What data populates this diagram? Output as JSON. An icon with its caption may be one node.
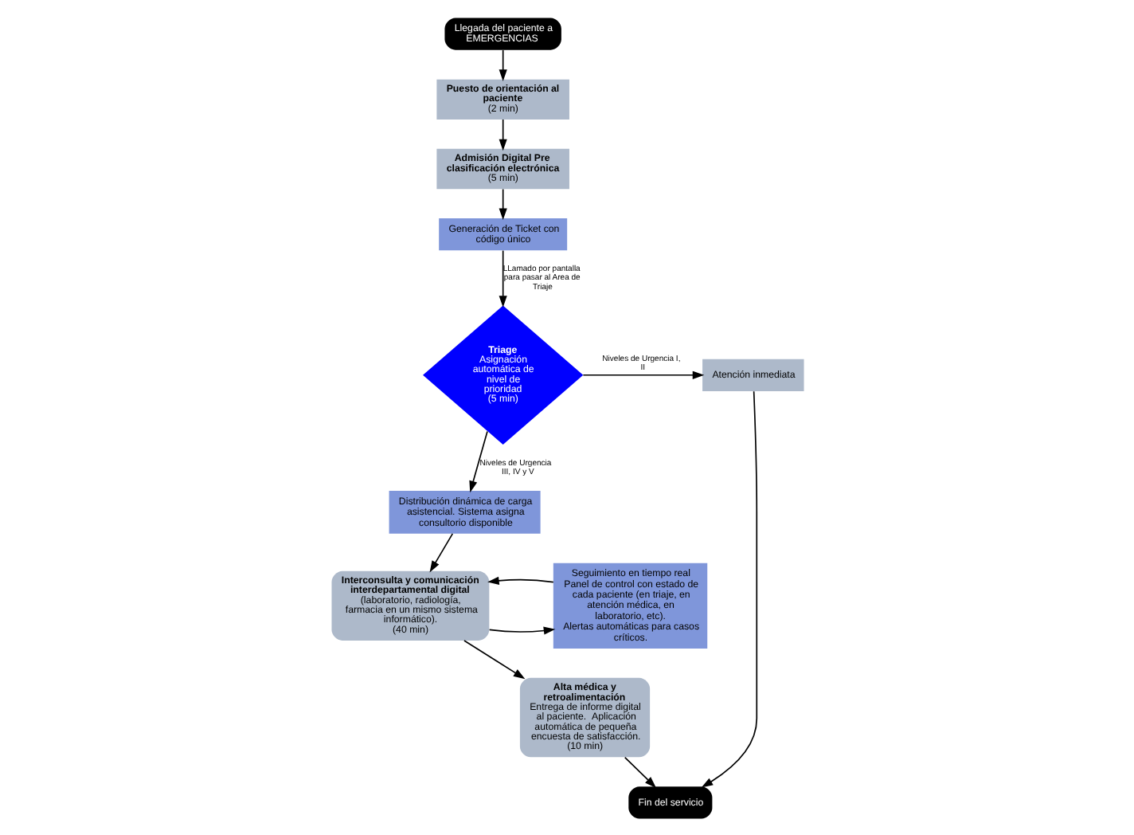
{
  "diagram": {
    "nodes": [
      {
        "text": [
          "Llegada del paciente a EMERGENCIAS"
        ]
      },
      {
        "text": [
          "Puesto de orientación al paciente",
          "(2 min)"
        ]
      },
      {
        "text": [
          "Admisión Digital Pre clasificación electrónica",
          "(5 min)"
        ]
      },
      {
        "text": [
          "Generación de Ticket con código único"
        ]
      },
      {
        "text": [
          "Triage",
          "Asignación automática de nivel de prioridad",
          "(5 min)"
        ]
      },
      {
        "text": [
          "Distribución dinámica de carga asistencial. Sistema asigna consultorio disponible"
        ]
      },
      {
        "text": [
          "Interconsulta y comunicación interdepartamental digital",
          "(laboratorio, radiología, farmacia en un mismo sistema informático).",
          "(40 min)"
        ]
      },
      {
        "text": [
          "Seguimiento en tiempo real",
          "Panel de control con estado de cada paciente (en triaje, en atención médica, en laboratorio, etc).",
          "Alertas automáticas para casos críticos."
        ]
      },
      {
        "text": [
          "Alta médica y retroalimentación",
          "Entrega de informe digital al paciente.  Aplicación automática de pequeña encuesta de satisfacción.",
          "(10 min)"
        ]
      },
      {
        "text": [
          "Fin del servicio"
        ]
      },
      {
        "text": [
          "Atención inmediata"
        ]
      }
    ],
    "edges": [
      {
        "from": 0,
        "to": 1,
        "arrow": "to"
      },
      {
        "from": 1,
        "to": 2,
        "arrow": "to"
      },
      {
        "from": 2,
        "to": 3,
        "arrow": "to"
      },
      {
        "from": 3,
        "to": 4,
        "arrow": "to",
        "label": "LLamado por pantalla para pasar al Area de Triaje"
      },
      {
        "from": 4,
        "to": 5,
        "arrow": "to",
        "label": "Niveles de Urgencia III, IV y V"
      },
      {
        "from": 5,
        "to": 6,
        "arrow": "to"
      },
      {
        "from": 6,
        "to": 7,
        "arrow": "to"
      },
      {
        "from": 7,
        "to": 6,
        "arrow": "to"
      },
      {
        "from": 6,
        "to": 8,
        "arrow": "to"
      },
      {
        "from": 8,
        "to": 9,
        "arrow": "to"
      },
      {
        "from": 4,
        "to": 10,
        "arrow": "to",
        "label": "Niveles de Urgencia I, II"
      },
      {
        "from": 10,
        "to": 9,
        "arrow": "to"
      }
    ]
  }
}
